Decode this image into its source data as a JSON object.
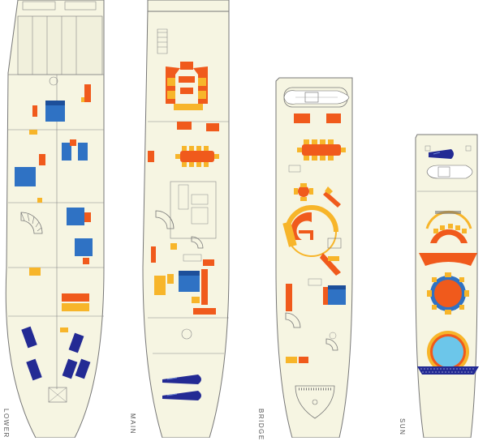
{
  "decks": [
    {
      "id": "lower",
      "label": "LOWER"
    },
    {
      "id": "main",
      "label": "MAIN"
    },
    {
      "id": "bridge",
      "label": "BRIDGE"
    },
    {
      "id": "sun",
      "label": "SUN"
    }
  ],
  "colors": {
    "hull_fill": "#f6f5e2",
    "line": "#777777",
    "orange": "#f05a1c",
    "yellow": "#f7b52a",
    "blue": "#2f72c4",
    "navy": "#232a94",
    "pool": "#6cc6ea"
  }
}
